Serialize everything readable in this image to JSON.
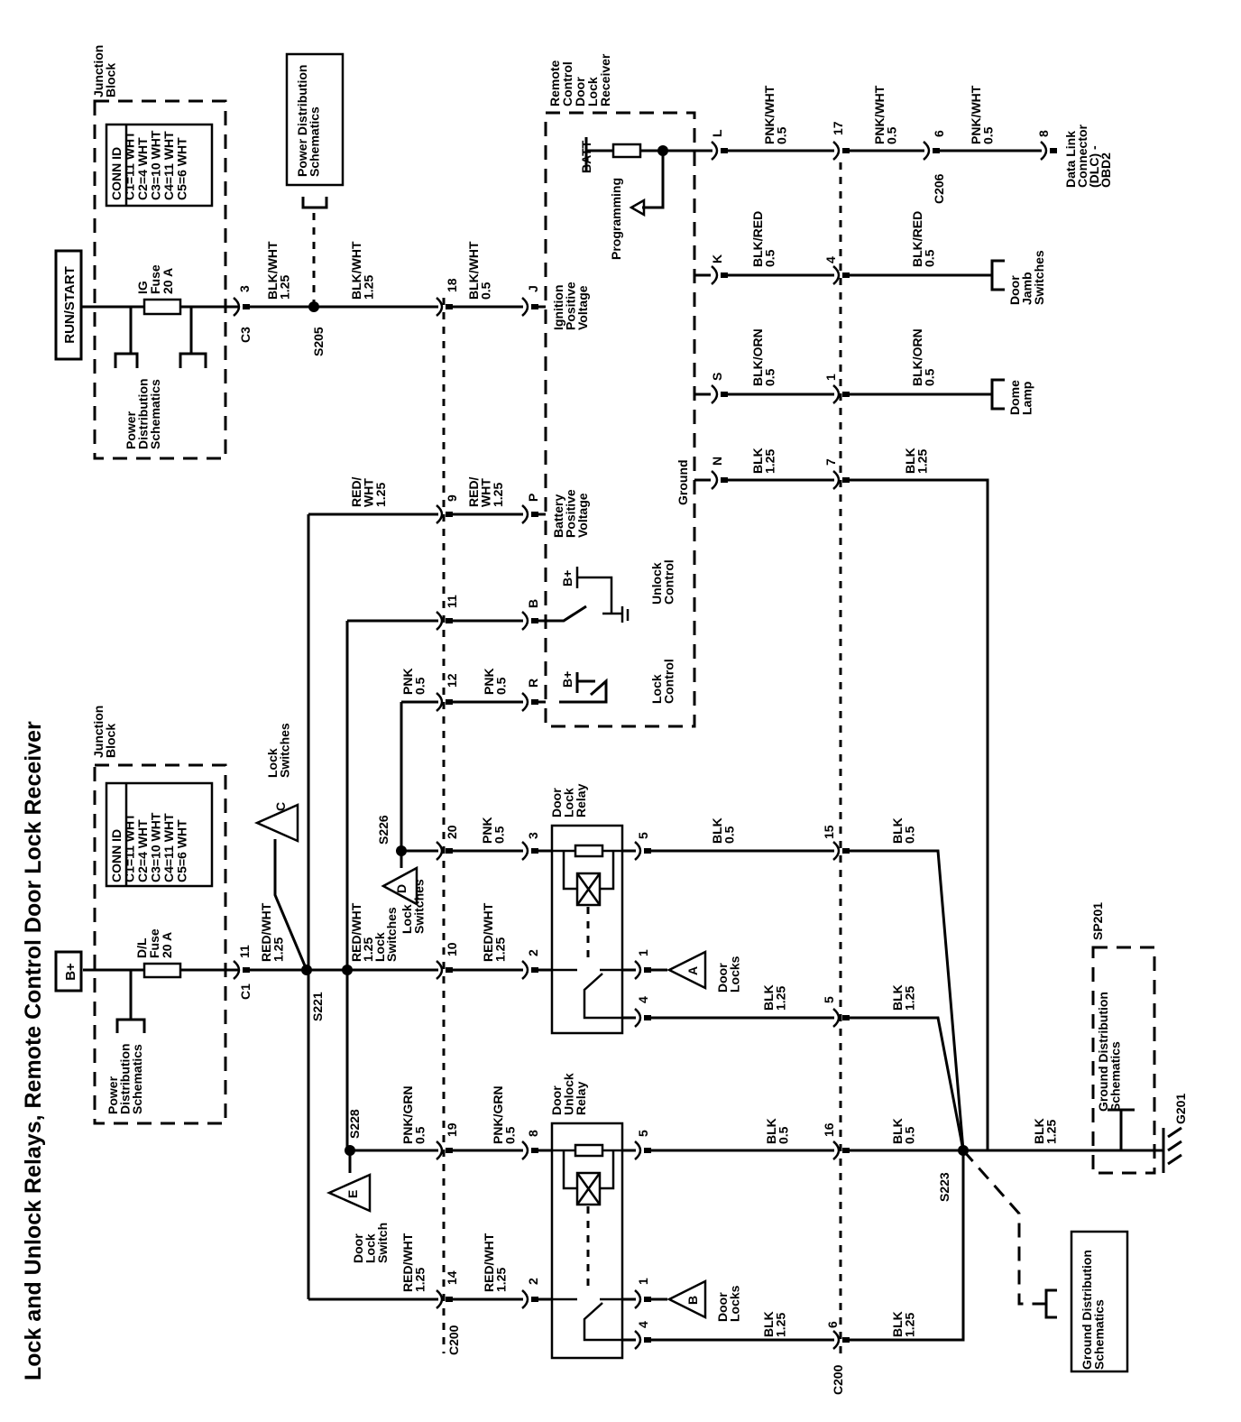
{
  "title": "Lock and Unlock Relays, Remote Control Door Lock Receiver",
  "colors": {
    "ink": "#000000",
    "background": "#ffffff"
  },
  "labels": {
    "run_start": [
      "RUN/START"
    ],
    "bplus_top": [
      "B+"
    ],
    "jb1": [
      "Junction",
      "Block"
    ],
    "conn1": [
      "CONN ID",
      "C1=11 WHT",
      "C2=4 WHT",
      "C3=10 WHT",
      "C4=11 WHT",
      "C5=6 WHT"
    ],
    "ig_fuse": [
      "IG",
      "Fuse",
      "20 A"
    ],
    "pds1": [
      "Power",
      "Distribution",
      "Schematics"
    ],
    "pin3": [
      "3"
    ],
    "c3": [
      "C3"
    ],
    "w_blkwht1": [
      "BLK/WHT",
      "1.25"
    ],
    "s205": [
      "S205"
    ],
    "pds_box": [
      "Power Distribution",
      "Schematics"
    ],
    "w_blkwht2": [
      "BLK/WHT",
      "1.25"
    ],
    "pin18": [
      "18"
    ],
    "w_blkwht3": [
      "BLK/WHT",
      "0.5"
    ],
    "pinJ": [
      "J"
    ],
    "ign": [
      "Ignition",
      "Positive",
      "Voltage"
    ],
    "rcdlr": [
      "Remote",
      "Control",
      "Door",
      "Lock",
      "Receiver"
    ],
    "batt": [
      "BATT"
    ],
    "prog": [
      "Programming"
    ],
    "pinL": [
      "L"
    ],
    "w_pnkwht1": [
      "PNK/WHT",
      "0.5"
    ],
    "pin17": [
      "17"
    ],
    "w_pnkwht2": [
      "PNK/WHT",
      "0.5"
    ],
    "pin6a": [
      "6"
    ],
    "c206": [
      "C206"
    ],
    "w_pnkwht3": [
      "PNK/WHT",
      "0.5"
    ],
    "pin8a": [
      "8"
    ],
    "dlc": [
      "Data Link",
      "Connector",
      "(DLC) -",
      "OBD2"
    ],
    "pinK": [
      "K"
    ],
    "w_blkred1": [
      "BLK/RED",
      "0.5"
    ],
    "pin4a": [
      "4"
    ],
    "w_blkred2": [
      "BLK/RED",
      "0.5"
    ],
    "djs": [
      "Door",
      "Jamb",
      "Switches"
    ],
    "pinS": [
      "S"
    ],
    "w_blkorn1": [
      "BLK/ORN",
      "0.5"
    ],
    "pin1a": [
      "1"
    ],
    "w_blkorn2": [
      "BLK/ORN",
      "0.5"
    ],
    "dome": [
      "Dome",
      "Lamp"
    ],
    "ground": [
      "Ground"
    ],
    "pinN": [
      "N"
    ],
    "w_blk_n1": [
      "BLK",
      "1.25"
    ],
    "pin7": [
      "7"
    ],
    "w_blk_n2": [
      "BLK",
      "1.25"
    ],
    "w_rw_p0": [
      "RED/",
      "WHT",
      "1.25"
    ],
    "pin9": [
      "9"
    ],
    "w_rw_p1": [
      "RED/",
      "WHT",
      "1.25"
    ],
    "pinP": [
      "P"
    ],
    "bpv": [
      "Battery",
      "Positive",
      "Voltage"
    ],
    "pin11": [
      "11"
    ],
    "pinB": [
      "B"
    ],
    "bplus_u": [
      "B+"
    ],
    "unlock_ctrl": [
      "Unlock",
      "Control"
    ],
    "w_pnk_r0": [
      "PNK",
      "0.5"
    ],
    "pin12": [
      "12"
    ],
    "w_pnk_r1": [
      "PNK",
      "0.5"
    ],
    "pinR": [
      "R"
    ],
    "bplus_l": [
      "B+"
    ],
    "lock_ctrl": [
      "Lock",
      "Control"
    ],
    "jb2": [
      "Junction",
      "Block"
    ],
    "conn2": [
      "CONN ID",
      "C1=11 WHT",
      "C2=4 WHT",
      "C3=10 WHT",
      "C4=11 WHT",
      "C5=6 WHT"
    ],
    "dl_fuse": [
      "D/L",
      "Fuse",
      "20 A"
    ],
    "pds2": [
      "Power",
      "Distribution",
      "Schematics"
    ],
    "pin11c": [
      "11"
    ],
    "c1": [
      "C1"
    ],
    "w_rw_c1": [
      "RED/WHT",
      "1.25"
    ],
    "s221": [
      "S221"
    ],
    "lock_sw_c": [
      "Lock",
      "Switches"
    ],
    "triC": [
      "C"
    ],
    "w_rw_10a": [
      "RED/WHT",
      "1.25",
      "Lock",
      "Switches"
    ],
    "pin10": [
      "10"
    ],
    "w_rw_10b": [
      "RED/WHT",
      "1.25"
    ],
    "pin2a": [
      "2"
    ],
    "s226": [
      "S226"
    ],
    "triD": [
      "D"
    ],
    "lock_sw_d": [
      "Lock",
      "Switches"
    ],
    "w_pnk_20": [
      "PNK",
      "0.5"
    ],
    "pin20": [
      "20"
    ],
    "pin3b": [
      "3"
    ],
    "dlr": [
      "Door",
      "Lock",
      "Relay"
    ],
    "pin5a": [
      "5"
    ],
    "w_blk_15a": [
      "BLK",
      "0.5"
    ],
    "pin15": [
      "15"
    ],
    "w_blk_15b": [
      "BLK",
      "0.5"
    ],
    "pin1b": [
      "1"
    ],
    "triA": [
      "A"
    ],
    "door_locks_a": [
      "Door",
      "Locks"
    ],
    "pin4b": [
      "4"
    ],
    "w_blk_5a": [
      "BLK",
      "1.25"
    ],
    "pin5b": [
      "5"
    ],
    "w_blk_5b": [
      "BLK",
      "1.25"
    ],
    "s228": [
      "S228"
    ],
    "triE": [
      "E"
    ],
    "dls": [
      "Door",
      "Lock",
      "Switch"
    ],
    "w_pg_a": [
      "PNK/GRN",
      "0.5"
    ],
    "pin19": [
      "19"
    ],
    "w_pg_b": [
      "PNK/GRN",
      "0.5"
    ],
    "pin8b": [
      "8"
    ],
    "dur": [
      "Door",
      "Unlock",
      "Relay"
    ],
    "pin5c": [
      "5"
    ],
    "w_blk_16a": [
      "BLK",
      "0.5"
    ],
    "pin16": [
      "16"
    ],
    "w_blk_16b": [
      "BLK",
      "0.5"
    ],
    "s223": [
      "S223"
    ],
    "w_blk_g": [
      "BLK",
      "1.25"
    ],
    "g201": [
      "G201"
    ],
    "sp201": [
      "SP201"
    ],
    "gds1": [
      "Ground Distribution",
      "Schematics"
    ],
    "gds2": [
      "Ground Distribution",
      "Schematics"
    ],
    "w_rw_14a": [
      "RED/WHT",
      "1.25"
    ],
    "pin14": [
      "14"
    ],
    "c200a": [
      "C200"
    ],
    "w_rw_14b": [
      "RED/WHT",
      "1.25"
    ],
    "pin2b": [
      "2"
    ],
    "pin1c": [
      "1"
    ],
    "triB": [
      "B"
    ],
    "door_locks_b": [
      "Door",
      "Locks"
    ],
    "pin4c": [
      "4"
    ],
    "w_blk_6a": [
      "BLK",
      "1.25"
    ],
    "pin6b": [
      "6"
    ],
    "c200b": [
      "C200"
    ],
    "w_blk_6b": [
      "BLK",
      "1.25"
    ]
  }
}
